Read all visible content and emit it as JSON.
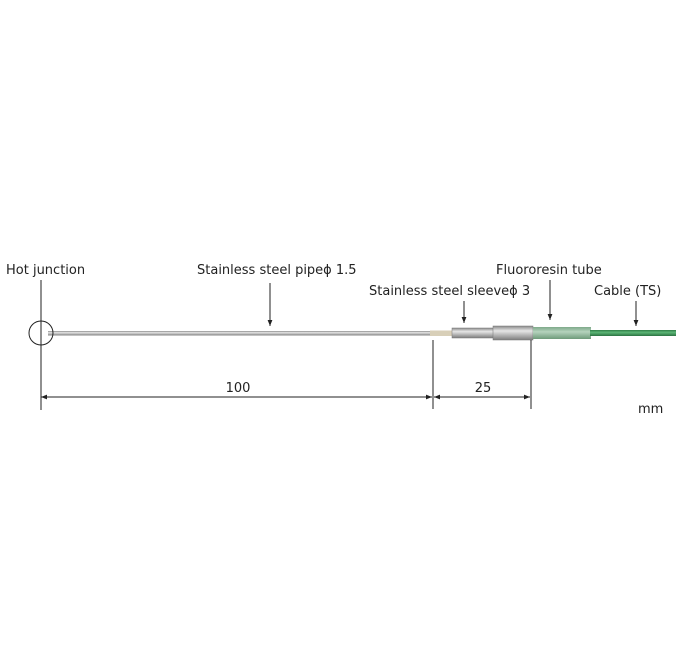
{
  "labels": {
    "hot_junction": "Hot junction",
    "pipe": "Stainless steel pipeϕ 1.5",
    "sleeve": "Stainless steel sleeveϕ 3",
    "tube": "Fluororesin tube",
    "cable": "Cable (TS)"
  },
  "dimensions": {
    "probe_length": "100",
    "sleeve_length": "25",
    "unit": "mm"
  },
  "colors": {
    "steel": "#b9b9b9",
    "tube": "#8fb89a",
    "cable": "#3f9a5a"
  }
}
